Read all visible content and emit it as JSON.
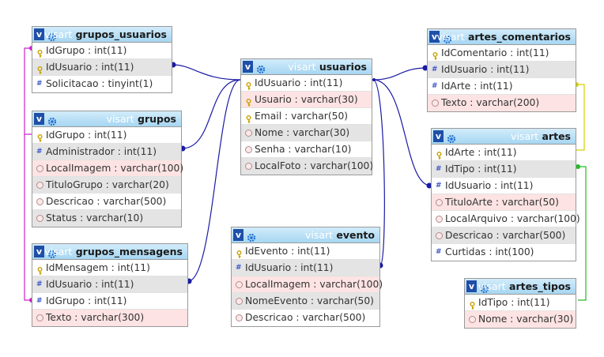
{
  "db_name": "visart",
  "tables": [
    {
      "id": "grupos_usuarios",
      "name": "grupos_usuarios",
      "columns": [
        {
          "text": "IdGrupo : int(11)",
          "icon": "key-icon"
        },
        {
          "text": "IdUsuario : int(11)",
          "icon": "key-icon"
        },
        {
          "text": "Solicitacao : tinyint(1)",
          "icon": "index-icon"
        }
      ]
    },
    {
      "id": "grupos",
      "name": "grupos",
      "columns": [
        {
          "text": "IdGrupo : int(11)",
          "icon": "key-icon"
        },
        {
          "text": "Administrador : int(11)",
          "icon": "index-icon"
        },
        {
          "text": "LocalImagem : varchar(100)",
          "icon": "column-icon"
        },
        {
          "text": "TituloGrupo : varchar(20)",
          "icon": "column-icon"
        },
        {
          "text": "Descricao : varchar(500)",
          "icon": "column-icon"
        },
        {
          "text": "Status : varchar(10)",
          "icon": "column-icon"
        }
      ]
    },
    {
      "id": "grupos_mensagens",
      "name": "grupos_mensagens",
      "columns": [
        {
          "text": "IdMensagem : int(11)",
          "icon": "key-icon"
        },
        {
          "text": "IdUsuario : int(11)",
          "icon": "index-icon"
        },
        {
          "text": "IdGrupo : int(11)",
          "icon": "index-icon"
        },
        {
          "text": "Texto : varchar(300)",
          "icon": "column-icon"
        }
      ]
    },
    {
      "id": "usuarios",
      "name": "usuarios",
      "columns": [
        {
          "text": "IdUsuario : int(11)",
          "icon": "key-icon"
        },
        {
          "text": "Usuario : varchar(30)",
          "icon": "key-icon"
        },
        {
          "text": "Email : varchar(50)",
          "icon": "key-icon"
        },
        {
          "text": "Nome : varchar(30)",
          "icon": "column-icon"
        },
        {
          "text": "Senha : varchar(10)",
          "icon": "column-icon"
        },
        {
          "text": "LocalFoto : varchar(100)",
          "icon": "column-icon"
        }
      ]
    },
    {
      "id": "evento",
      "name": "evento",
      "columns": [
        {
          "text": "IdEvento : int(11)",
          "icon": "key-icon"
        },
        {
          "text": "IdUsuario : int(11)",
          "icon": "index-icon"
        },
        {
          "text": "LocalImagem : varchar(100)",
          "icon": "column-icon"
        },
        {
          "text": "NomeEvento : varchar(50)",
          "icon": "column-icon"
        },
        {
          "text": "Descricao : varchar(500)",
          "icon": "column-icon"
        }
      ]
    },
    {
      "id": "artes_comentarios",
      "name": "artes_comentarios",
      "columns": [
        {
          "text": "IdComentario : int(11)",
          "icon": "key-icon"
        },
        {
          "text": "IdUsuario : int(11)",
          "icon": "index-icon"
        },
        {
          "text": "IdArte : int(11)",
          "icon": "index-icon"
        },
        {
          "text": "Texto : varchar(200)",
          "icon": "column-icon"
        }
      ]
    },
    {
      "id": "artes",
      "name": "artes",
      "columns": [
        {
          "text": "IdArte : int(11)",
          "icon": "key-icon"
        },
        {
          "text": "IdTipo : int(11)",
          "icon": "index-icon"
        },
        {
          "text": "IdUsuario : int(11)",
          "icon": "index-icon"
        },
        {
          "text": "TituloArte : varchar(50)",
          "icon": "column-icon"
        },
        {
          "text": "LocalArquivo : varchar(100)",
          "icon": "column-icon"
        },
        {
          "text": "Descricao : varchar(500)",
          "icon": "column-icon"
        },
        {
          "text": "Curtidas : int(100)",
          "icon": "index-icon"
        }
      ]
    },
    {
      "id": "artes_tipos",
      "name": "artes_tipos",
      "columns": [
        {
          "text": "IdTipo : int(11)",
          "icon": "key-icon"
        },
        {
          "text": "Nome : varchar(30)",
          "icon": "column-icon"
        }
      ]
    }
  ],
  "colors": {
    "header_top": "#d2ecfa",
    "header_bottom": "#a6d6f2",
    "link_usuarios": "#1a1aa6",
    "link_grupos": "#cc22cc",
    "link_artes": "#d2d200",
    "link_tipos": "#22bb22",
    "key_icon": "#c9a000",
    "index_icon": "#3a55c8"
  }
}
